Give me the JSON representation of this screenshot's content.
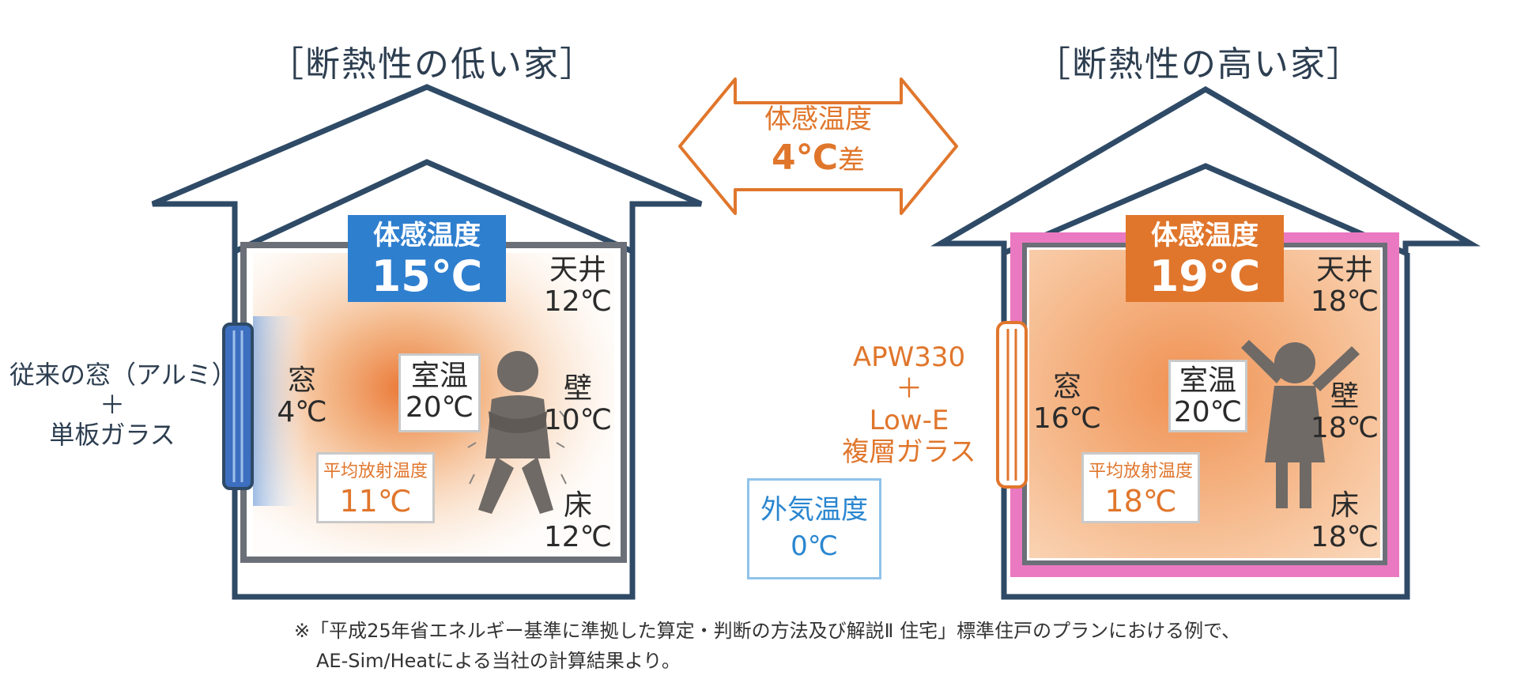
{
  "left_house": {
    "title": "［断熱性の低い家］",
    "felt_label": "体感温度",
    "felt_value": "15℃",
    "ceiling_label": "天井",
    "ceiling_value": "12℃",
    "wall_label": "壁",
    "wall_value": "10℃",
    "floor_label": "床",
    "floor_value": "12℃",
    "window_label": "窓",
    "window_value": "4℃",
    "room_label": "室温",
    "room_value": "20℃",
    "radiant_label": "平均放射温度",
    "radiant_value": "11℃",
    "window_type_line1": "従来の窓（アルミ）",
    "window_type_plus": "＋",
    "window_type_line2": "単板ガラス"
  },
  "right_house": {
    "title": "［断熱性の高い家］",
    "felt_label": "体感温度",
    "felt_value": "19℃",
    "ceiling_label": "天井",
    "ceiling_value": "18℃",
    "wall_label": "壁",
    "wall_value": "18℃",
    "floor_label": "床",
    "floor_value": "18℃",
    "window_label": "窓",
    "window_value": "16℃",
    "room_label": "室温",
    "room_value": "20℃",
    "radiant_label": "平均放射温度",
    "radiant_value": "18℃",
    "window_type_line1": "APW330",
    "window_type_plus": "＋",
    "window_type_line2": "Low-E",
    "window_type_line3": "複層ガラス"
  },
  "comparison": {
    "label": "体感温度",
    "value": "4℃",
    "suffix": "差"
  },
  "outside": {
    "label": "外気温度",
    "value": "0℃"
  },
  "footnote": {
    "line1": "※「平成25年省エネルギー基準に準拠した算定・判断の方法及び解説Ⅱ 住宅」標準住戸のプランにおける例で、",
    "line2": "AE-Sim/Heatによる当社の計算結果より。"
  },
  "colors": {
    "house_outline": "#2e4a66",
    "cold_badge": "#2f7fcf",
    "warm_badge": "#e0762c",
    "warm_accent": "#e0762c",
    "insulation_pink": "#ea79c1",
    "cold_window": "#3d6fc0",
    "outside_border": "#8fc3ea"
  }
}
